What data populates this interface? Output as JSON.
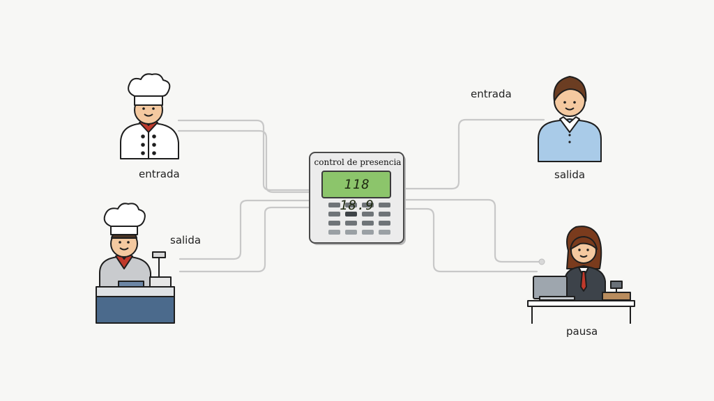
{
  "device": {
    "title": "control de presencia",
    "display": "118 18.9"
  },
  "nodes": {
    "chef_top": {
      "label": "entrada"
    },
    "chef_register": {
      "label": "salida"
    },
    "man": {
      "label": "salida"
    },
    "man_line": {
      "label": "entrada"
    },
    "woman_desk": {
      "label": "pausa"
    }
  },
  "colors": {
    "background": "#f7f7f5",
    "wire": "#c8c8c8",
    "lcd": "#8cc56b",
    "shirt_blue": "#a9cbe8",
    "scarf_red": "#c0392b",
    "counter_blue": "#4b6a8c"
  }
}
